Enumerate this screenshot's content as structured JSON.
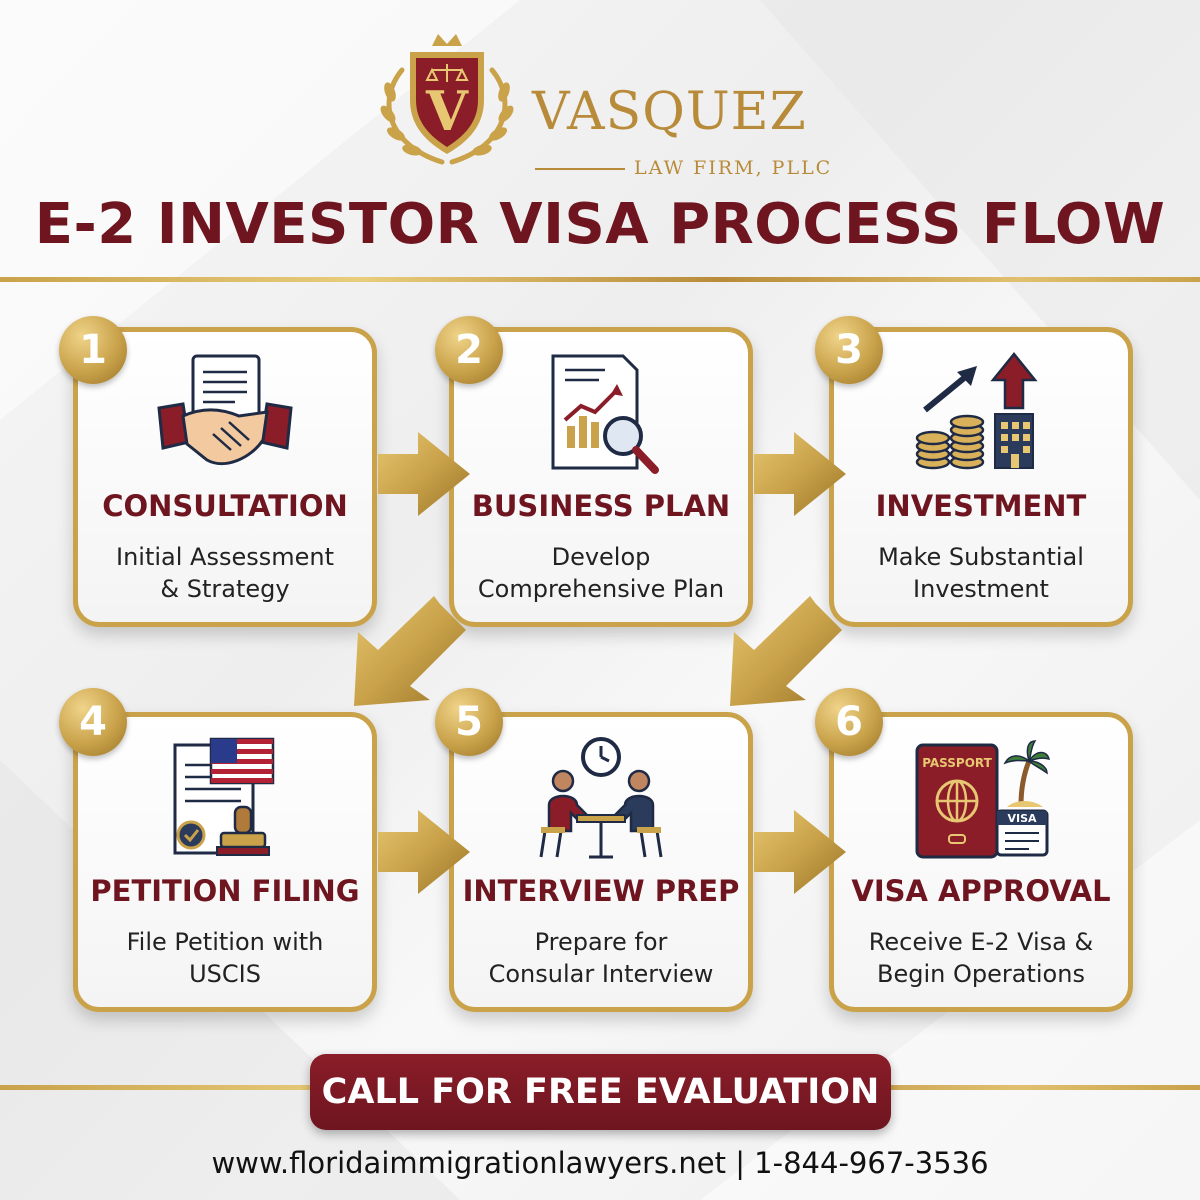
{
  "logo": {
    "name": "VASQUEZ",
    "subtitle": "LAW FIRM, PLLC",
    "emblem_letter": "V"
  },
  "title": "E-2 INVESTOR VISA PROCESS FLOW",
  "colors": {
    "burgundy": "#6e1520",
    "gold": "#c9a24a",
    "text": "#222222"
  },
  "steps": [
    {
      "number": "1",
      "title": "CONSULTATION",
      "description": "Initial Assessment\n& Strategy",
      "icon": "handshake-document-icon"
    },
    {
      "number": "2",
      "title": "BUSINESS PLAN",
      "description": "Develop\nComprehensive Plan",
      "icon": "chart-magnifier-icon"
    },
    {
      "number": "3",
      "title": "INVESTMENT",
      "description": "Make Substantial\nInvestment",
      "icon": "coins-growth-icon"
    },
    {
      "number": "4",
      "title": "PETITION FILING",
      "description": "File Petition with\nUSCIS",
      "icon": "petition-stamp-icon"
    },
    {
      "number": "5",
      "title": "INTERVIEW PREP",
      "description": "Prepare for\nConsular Interview",
      "icon": "interview-meeting-icon"
    },
    {
      "number": "6",
      "title": "VISA APPROVAL",
      "description": "Receive E-2 Visa &\nBegin Operations",
      "icon": "passport-visa-icon"
    }
  ],
  "passport_label": "PASSPORT",
  "visa_label": "VISA",
  "cta": "CALL FOR FREE EVALUATION",
  "footer": "www.floridaimmigrationlawyers.net | 1-844-967-3536"
}
